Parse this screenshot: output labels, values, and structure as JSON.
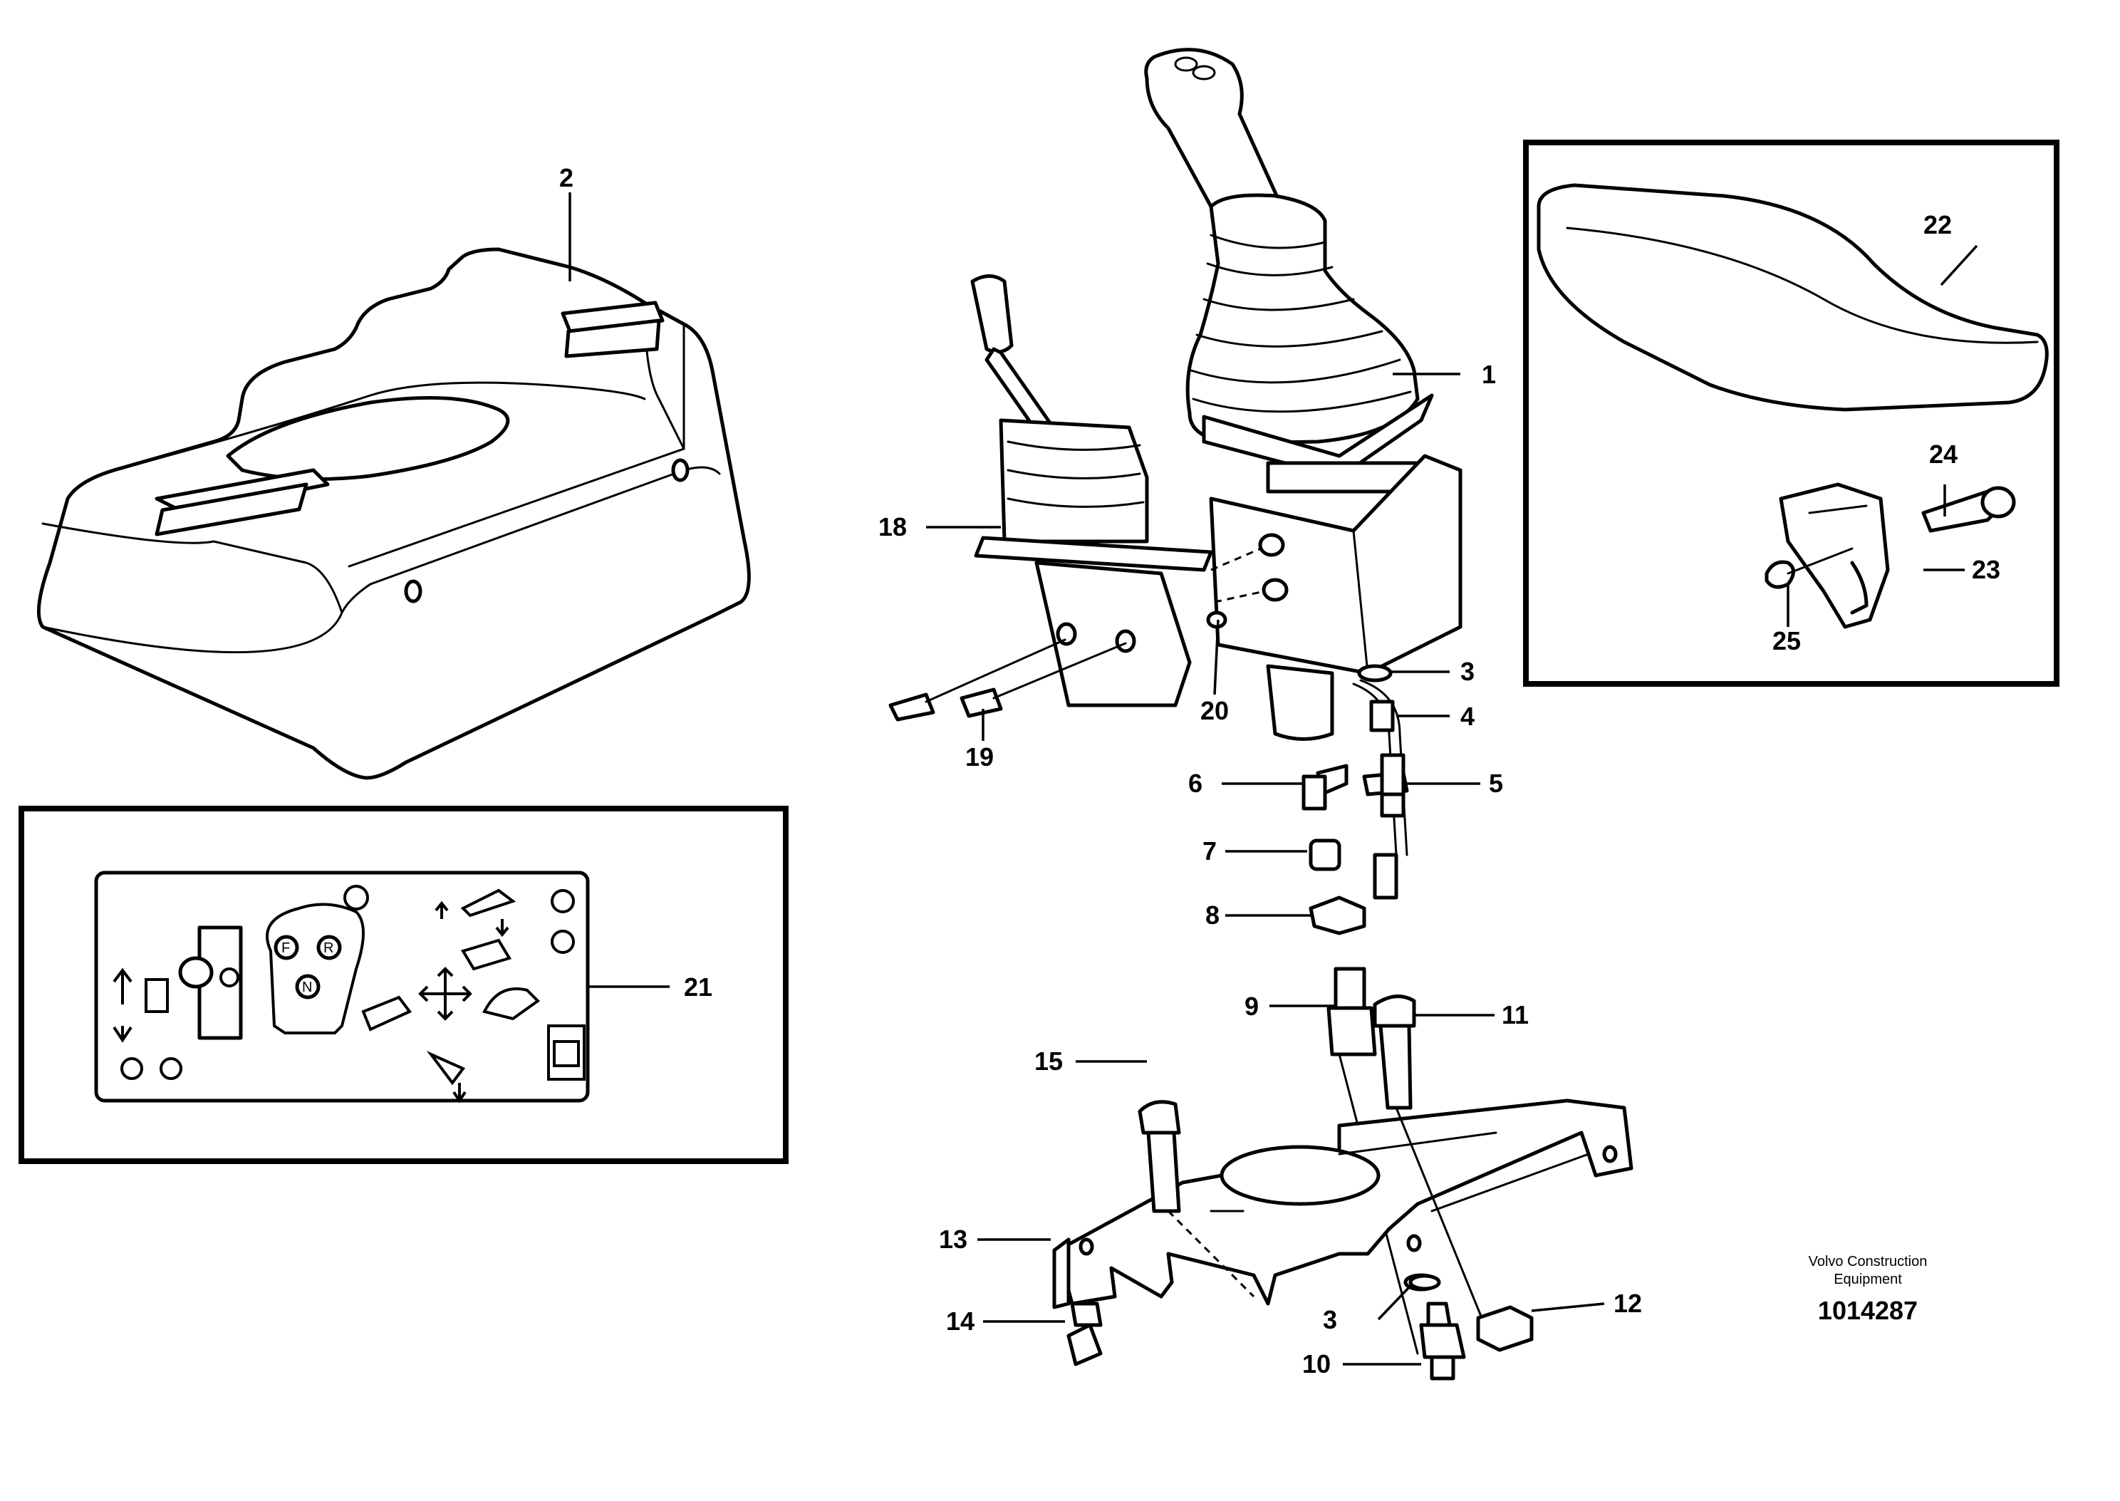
{
  "diagram": {
    "callouts": [
      {
        "id": "c2",
        "text": "2"
      },
      {
        "id": "c1",
        "text": "1"
      },
      {
        "id": "c22",
        "text": "22"
      },
      {
        "id": "c24",
        "text": "24"
      },
      {
        "id": "c23",
        "text": "23"
      },
      {
        "id": "c25",
        "text": "25"
      },
      {
        "id": "c18",
        "text": "18"
      },
      {
        "id": "c19",
        "text": "19"
      },
      {
        "id": "c20",
        "text": "20"
      },
      {
        "id": "c3a",
        "text": "3"
      },
      {
        "id": "c4",
        "text": "4"
      },
      {
        "id": "c5",
        "text": "5"
      },
      {
        "id": "c6",
        "text": "6"
      },
      {
        "id": "c7",
        "text": "7"
      },
      {
        "id": "c8",
        "text": "8"
      },
      {
        "id": "c9",
        "text": "9"
      },
      {
        "id": "c11",
        "text": "11"
      },
      {
        "id": "c15",
        "text": "15"
      },
      {
        "id": "c13",
        "text": "13"
      },
      {
        "id": "c14",
        "text": "14"
      },
      {
        "id": "c3b",
        "text": "3"
      },
      {
        "id": "c12",
        "text": "12"
      },
      {
        "id": "c10",
        "text": "10"
      },
      {
        "id": "c21",
        "text": "21"
      }
    ],
    "footer": {
      "brand_line1": "Volvo Construction",
      "brand_line2": "Equipment",
      "drawing_number": "1014287"
    },
    "decal": {
      "button_f": "F",
      "button_r": "R",
      "button_n": "N"
    }
  }
}
